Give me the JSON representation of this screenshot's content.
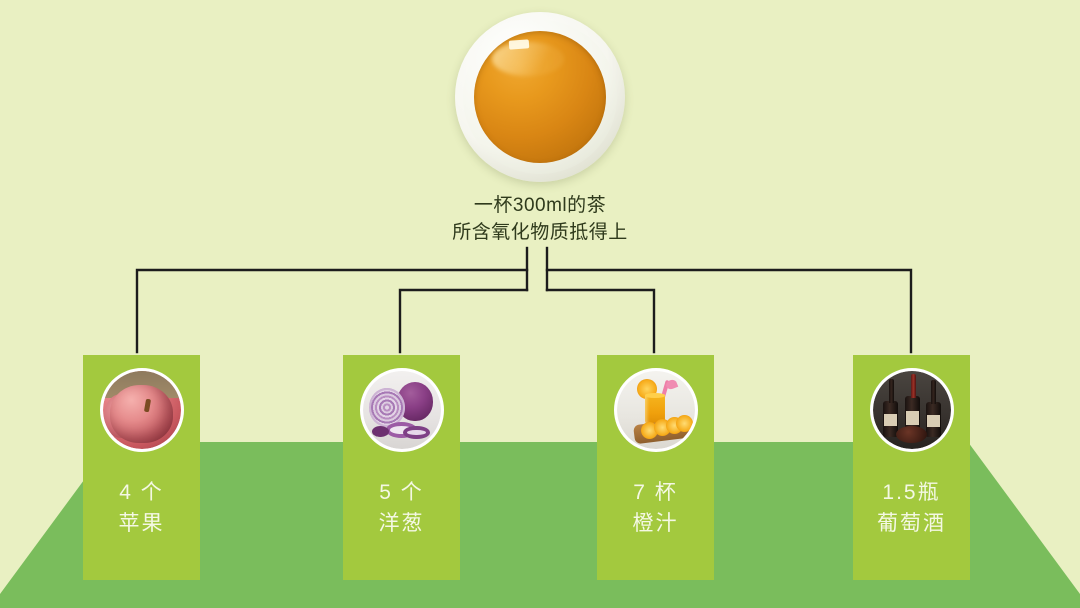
{
  "colors": {
    "background": "#e9f0c2",
    "ground": "#7abd5c",
    "card": "#a3c93e",
    "caption_text": "#2f3a1c",
    "label_text": "#f4f8e4",
    "connector_line": "#1c1c1c",
    "tea_liquid": "#d98614",
    "cup_white": "#ffffff"
  },
  "hero": {
    "icon": "tea-cup-top-view-icon",
    "caption_line1": "一杯300ml的茶",
    "caption_line2": "所含氧化物质抵得上"
  },
  "items": [
    {
      "id": "apple",
      "icon": "apple-photo-icon",
      "quantity": "4 个",
      "name": "苹果"
    },
    {
      "id": "onion",
      "icon": "onion-photo-icon",
      "quantity": "5 个",
      "name": "洋葱"
    },
    {
      "id": "orange-juice",
      "icon": "orange-juice-photo-icon",
      "quantity": "7 杯",
      "name": "橙汁"
    },
    {
      "id": "wine",
      "icon": "wine-bottles-photo-icon",
      "quantity": "1.5瓶",
      "name": "葡萄酒"
    }
  ],
  "chart_data": {
    "type": "bar",
    "title": "一杯300ml的茶所含氧化物质抵得上",
    "categories": [
      "苹果",
      "洋葱",
      "橙汁",
      "葡萄酒"
    ],
    "values": [
      4,
      5,
      7,
      1.5
    ],
    "value_labels": [
      "4 个",
      "5 个",
      "7 杯",
      "1.5瓶"
    ],
    "units": [
      "个",
      "个",
      "杯",
      "瓶"
    ],
    "xlabel": "",
    "ylabel": "",
    "legend": "none",
    "grid": false
  }
}
